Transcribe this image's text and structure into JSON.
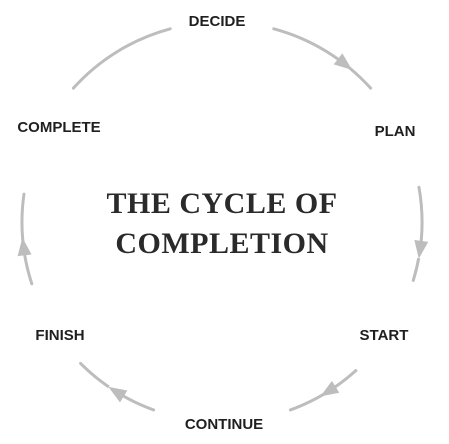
{
  "title": {
    "line1": "THE CYCLE OF",
    "line2": "COMPLETION"
  },
  "stages": [
    {
      "id": "decide",
      "label": "DECIDE"
    },
    {
      "id": "plan",
      "label": "PLAN"
    },
    {
      "id": "start",
      "label": "START"
    },
    {
      "id": "continue",
      "label": "CONTINUE"
    },
    {
      "id": "finish",
      "label": "FINISH"
    },
    {
      "id": "complete",
      "label": "COMPLETE"
    }
  ],
  "colors": {
    "ring": "#bdbdbd",
    "label": "#1f1f1f",
    "title": "#2a2a2a"
  }
}
